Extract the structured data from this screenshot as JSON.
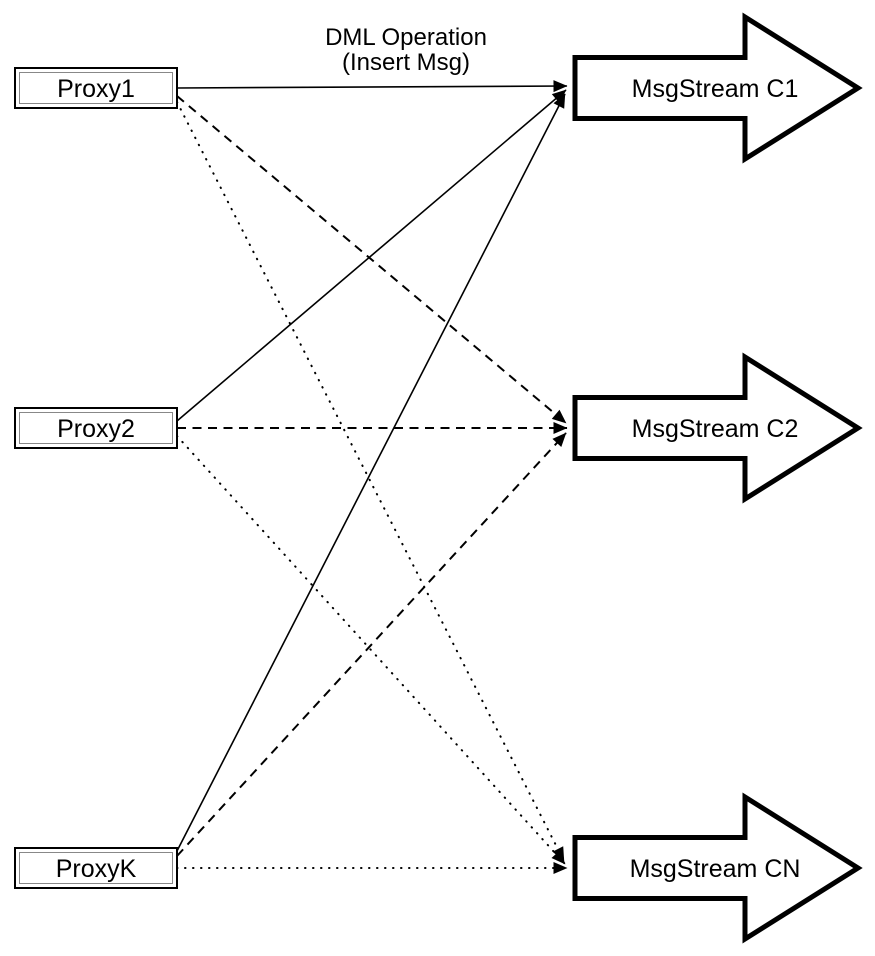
{
  "diagram": {
    "background_color": "#ffffff",
    "line_color": "#000000",
    "shape_fill_color": "#ffffff",
    "shape_stroke_color": "#000000",
    "text_color": "#000000"
  },
  "annotation": {
    "line1": "DML Operation",
    "line2": "(Insert Msg)"
  },
  "proxies": [
    {
      "label": "Proxy1"
    },
    {
      "label": "Proxy2"
    },
    {
      "label": "ProxyK"
    }
  ],
  "streams": [
    {
      "label": "MsgStream C1",
      "incoming_line_style": "solid"
    },
    {
      "label": "MsgStream C2",
      "incoming_line_style": "dashed"
    },
    {
      "label": "MsgStream CN",
      "incoming_line_style": "dotted"
    }
  ],
  "edges": [
    {
      "from": "Proxy1",
      "to": "MsgStream C1",
      "style": "solid"
    },
    {
      "from": "Proxy2",
      "to": "MsgStream C1",
      "style": "solid"
    },
    {
      "from": "ProxyK",
      "to": "MsgStream C1",
      "style": "solid"
    },
    {
      "from": "Proxy1",
      "to": "MsgStream C2",
      "style": "dashed"
    },
    {
      "from": "Proxy2",
      "to": "MsgStream C2",
      "style": "dashed"
    },
    {
      "from": "ProxyK",
      "to": "MsgStream C2",
      "style": "dashed"
    },
    {
      "from": "Proxy1",
      "to": "MsgStream CN",
      "style": "dotted"
    },
    {
      "from": "Proxy2",
      "to": "MsgStream CN",
      "style": "dotted"
    },
    {
      "from": "ProxyK",
      "to": "MsgStream CN",
      "style": "dotted"
    }
  ]
}
